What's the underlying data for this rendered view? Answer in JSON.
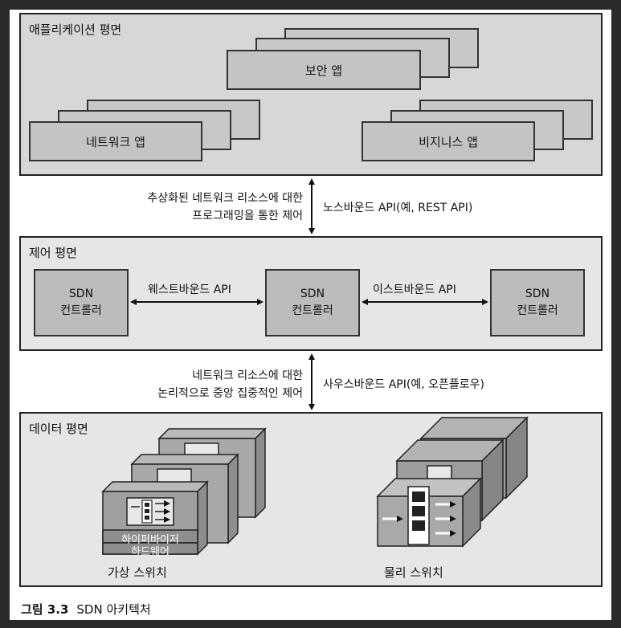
{
  "planes": {
    "application": {
      "title": "애플리케이션 평면",
      "apps": [
        "보안 앱",
        "네트워크 앱",
        "비지니스 앱"
      ]
    },
    "control": {
      "title": "제어 평면",
      "controller_label_line1": "SDN",
      "controller_label_line2": "컨트롤러",
      "westbound": "웨스트바운드 API",
      "eastbound": "이스트바운드 API"
    },
    "data": {
      "title": "데이터 평면",
      "virtual_switch": "가상 스위치",
      "physical_switch": "물리 스위치",
      "hypervisor": "하이퍼바이저",
      "hardware": "하드웨어"
    }
  },
  "northbound": {
    "left_line1": "추상화된 네트워크 리소스에 대한",
    "left_line2": "프로그래밍을 통한 제어",
    "right": "노스바운드 API(예, REST API)"
  },
  "southbound": {
    "left_line1": "네트워크 리소스에 대한",
    "left_line2": "논리적으로 중앙 집중적인 제어",
    "right": "사우스바운드 API(예, 오픈플로우)"
  },
  "caption": {
    "figure_number": "그림 3.3",
    "title": "SDN 아키텍처"
  }
}
